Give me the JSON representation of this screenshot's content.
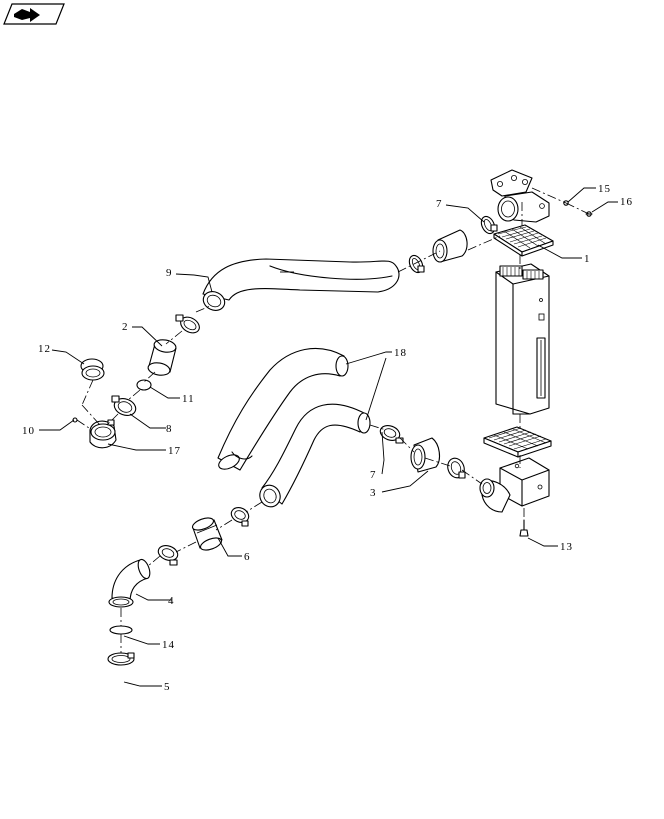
{
  "nav_icon": {
    "name": "book-navigation-icon",
    "shape": "arrow-in-parallelogram"
  },
  "callouts": {
    "c1": "1",
    "c2": "2",
    "c3": "3",
    "c4": "4",
    "c5": "5",
    "c6": "6",
    "c7a": "7",
    "c7b": "7",
    "c8": "8",
    "c9": "9",
    "c10": "10",
    "c11": "11",
    "c12": "12",
    "c13": "13",
    "c14": "14",
    "c15": "15",
    "c16": "16",
    "c17": "17",
    "c18": "18"
  },
  "colors": {
    "line": "#000000",
    "background": "#ffffff"
  }
}
